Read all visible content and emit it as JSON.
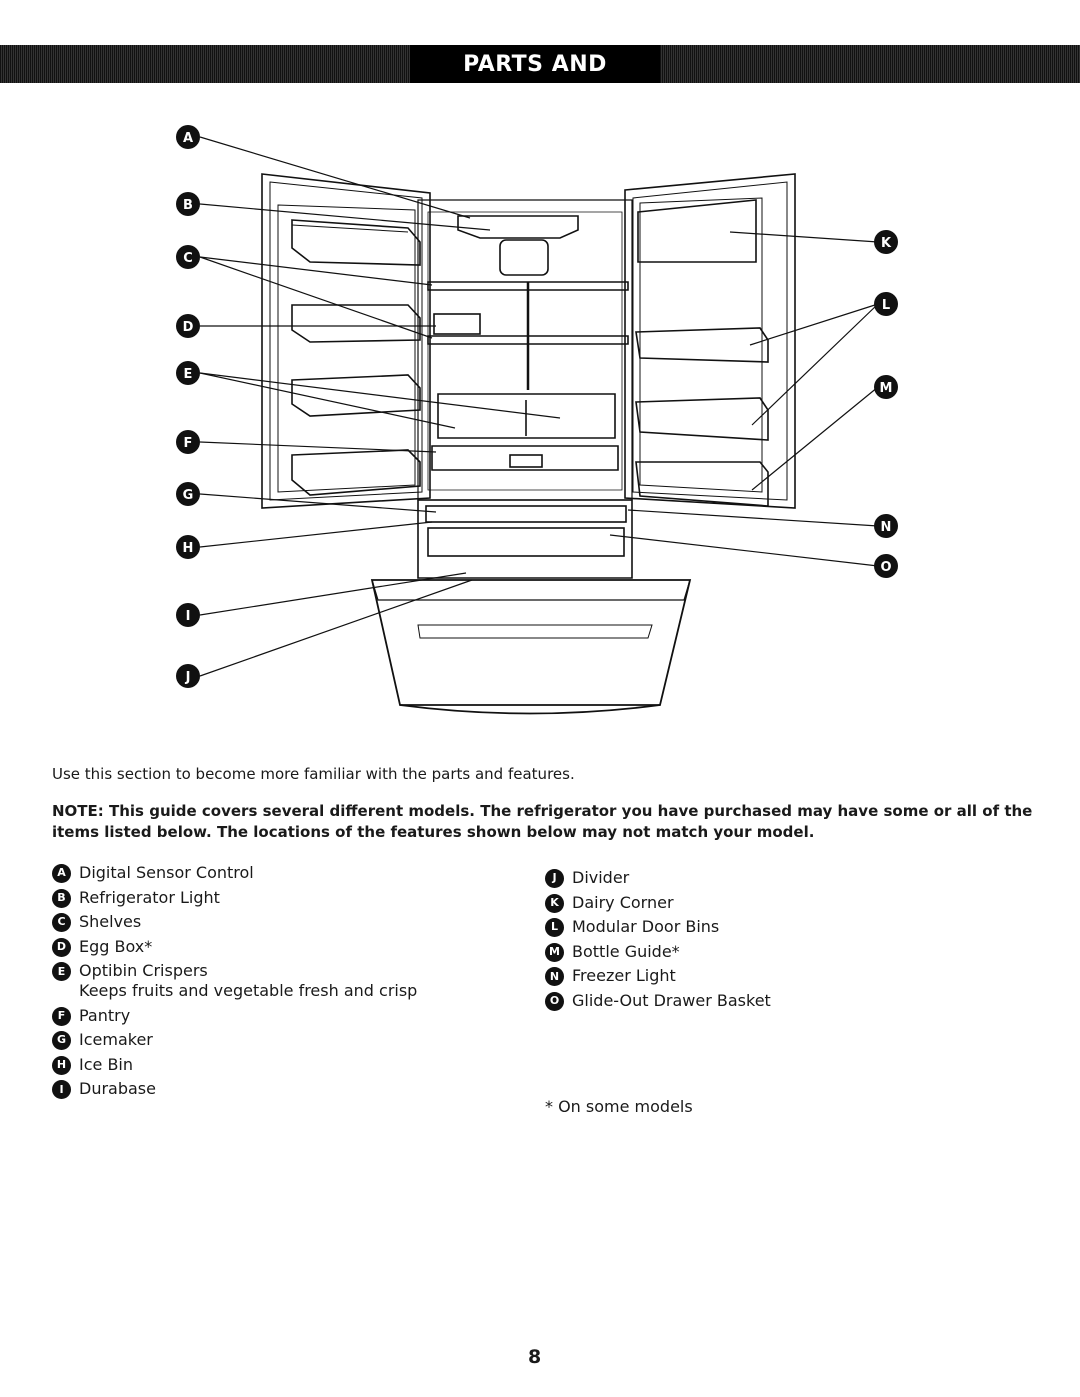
{
  "header": {
    "title": "PARTS AND FEATURES"
  },
  "callouts": [
    "A",
    "B",
    "C",
    "D",
    "E",
    "F",
    "G",
    "H",
    "I",
    "J",
    "K",
    "L",
    "M",
    "N",
    "O"
  ],
  "intro": "Use this section to become more familiar with the parts and features.",
  "note": "NOTE: This guide covers several different models. The refrigerator you have purchased may have some or all of the items listed below. The locations of the features shown below may not match your model.",
  "legend_left": [
    {
      "letter": "A",
      "label": "Digital Sensor Control"
    },
    {
      "letter": "B",
      "label": "Refrigerator Light"
    },
    {
      "letter": "C",
      "label": "Shelves"
    },
    {
      "letter": "D",
      "label": "Egg Box*"
    },
    {
      "letter": "E",
      "label": "Optibin Crispers",
      "desc": "Keeps fruits and vegetable fresh and crisp"
    },
    {
      "letter": "F",
      "label": "Pantry"
    },
    {
      "letter": "G",
      "label": "Icemaker"
    },
    {
      "letter": "H",
      "label": "Ice Bin"
    },
    {
      "letter": "I",
      "label": "Durabase"
    }
  ],
  "legend_right": [
    {
      "letter": "J",
      "label": "Divider"
    },
    {
      "letter": "K",
      "label": "Dairy Corner"
    },
    {
      "letter": "L",
      "label": "Modular Door Bins"
    },
    {
      "letter": "M",
      "label": "Bottle Guide*"
    },
    {
      "letter": "N",
      "label": "Freezer Light"
    },
    {
      "letter": "O",
      "label": "Glide-Out Drawer Basket"
    }
  ],
  "footnote": "* On some models",
  "page_number": "8"
}
